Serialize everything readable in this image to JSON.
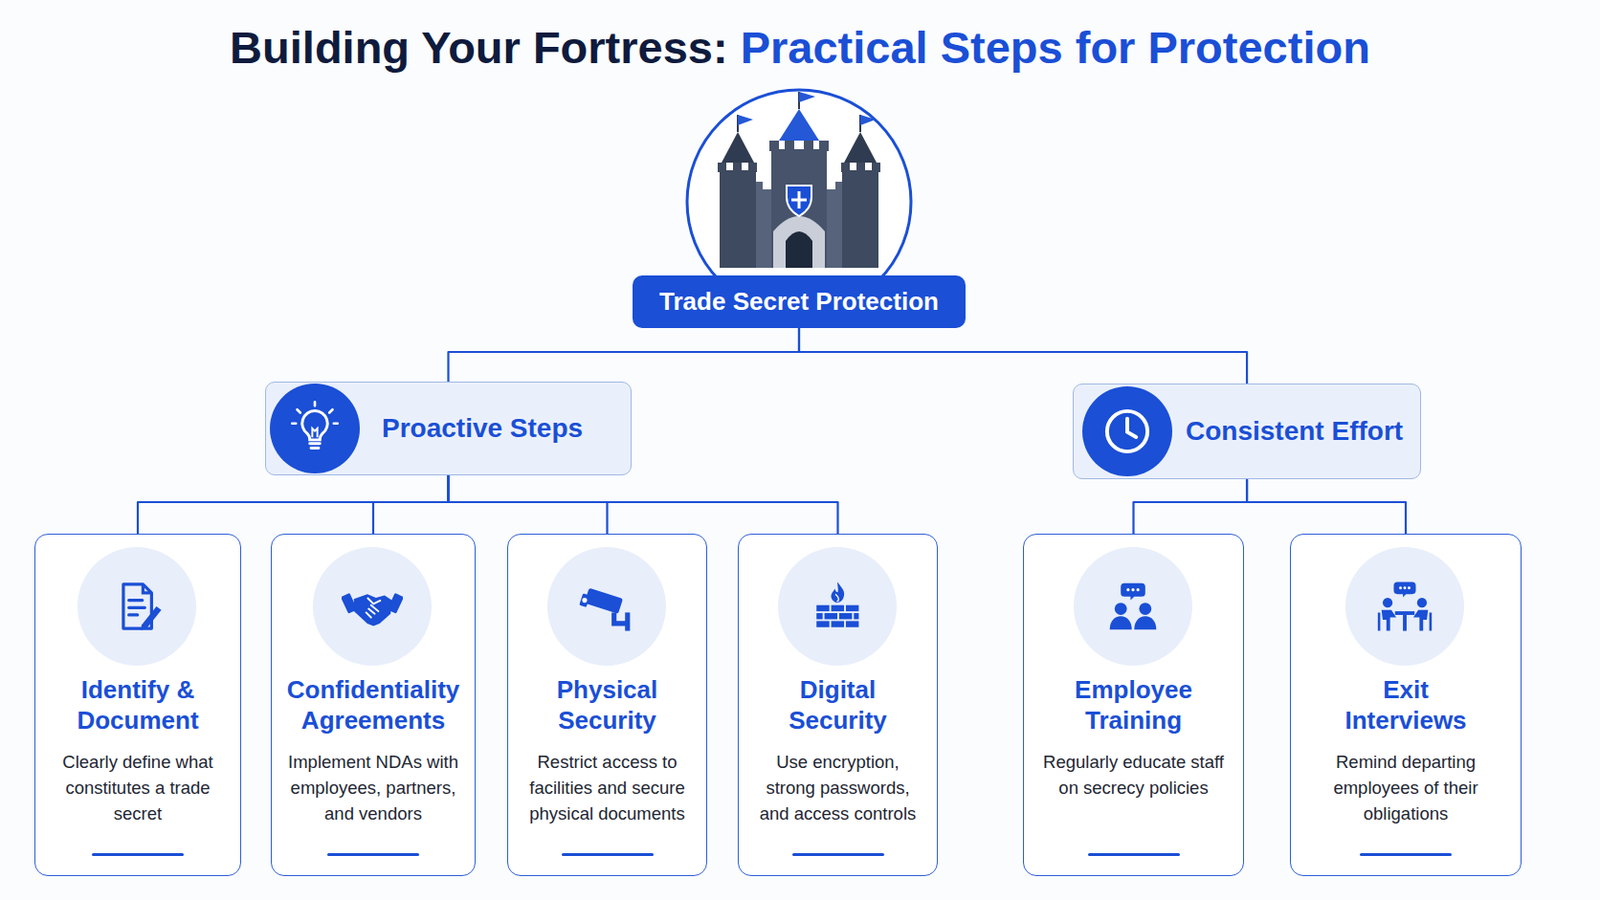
{
  "diagram": {
    "title": "Building Your Fortress: Practical Steps for Protection",
    "nodes": [
      {
        "text": [
          "Trade Secret Protection"
        ]
      },
      {
        "text": [
          "Proactive Steps"
        ]
      },
      {
        "text": [
          "Consistent Effort"
        ]
      },
      {
        "text": [
          "Identify & Document",
          "Clearly define what constitutes a trade secret"
        ]
      },
      {
        "text": [
          "Confidentiality Agreements",
          "Implement NDAs with employees, partners, and vendors"
        ]
      },
      {
        "text": [
          "Physical Security",
          "Restrict access to facilities and secure physical documents"
        ]
      },
      {
        "text": [
          "Digital Security",
          "Use encryption, strong passwords, and access controls"
        ]
      },
      {
        "text": [
          "Employee Training",
          "Regularly educate staff on secrecy policies"
        ]
      },
      {
        "text": [
          "Exit Interviews",
          "Remind departing employees of their obligations"
        ]
      }
    ],
    "edges": [
      {
        "from": 0,
        "to": 1,
        "arrow": "none"
      },
      {
        "from": 0,
        "to": 2,
        "arrow": "none"
      },
      {
        "from": 1,
        "to": 3,
        "arrow": "none"
      },
      {
        "from": 1,
        "to": 4,
        "arrow": "none"
      },
      {
        "from": 1,
        "to": 5,
        "arrow": "none"
      },
      {
        "from": 1,
        "to": 6,
        "arrow": "none"
      },
      {
        "from": 2,
        "to": 7,
        "arrow": "none"
      },
      {
        "from": 2,
        "to": 8,
        "arrow": "none"
      }
    ]
  }
}
